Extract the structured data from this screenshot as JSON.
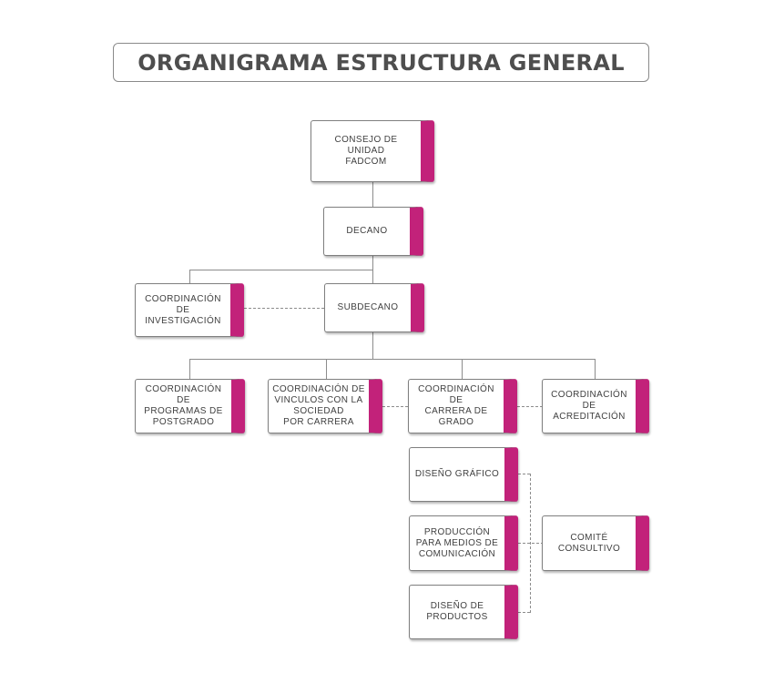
{
  "title": "ORGANIGRAMA ESTRUCTURA GENERAL",
  "accent_color": "#c2227a",
  "nodes": {
    "consejo": "CONSEJO DE\nUNIDAD\nFADCOM",
    "decano": "DECANO",
    "investigacion": "COORDINACIÓN DE\nINVESTIGACIÓN",
    "subdecano": "SUBDECANO",
    "postgrado": "COORDINACIÓN DE\nPROGRAMAS DE\nPOSTGRADO",
    "vinculos": "COORDINACIÓN DE\nVINCULOS CON LA\nSOCIEDAD\nPOR CARRERA",
    "carrera": "COORDINACIÓN DE\nCARRERA DE\nGRADO",
    "acreditacion": "COORDINACIÓN\nDE ACREDITACIÓN",
    "diseno_grafico": "DISEÑO GRÁFICO",
    "produccion": "PRODUCCIÓN\nPARA MEDIOS DE\nCOMUNICACIÓN",
    "diseno_productos": "DISEÑO DE\nPRODUCTOS",
    "comite": "COMITÉ\nCONSULTIVO"
  }
}
